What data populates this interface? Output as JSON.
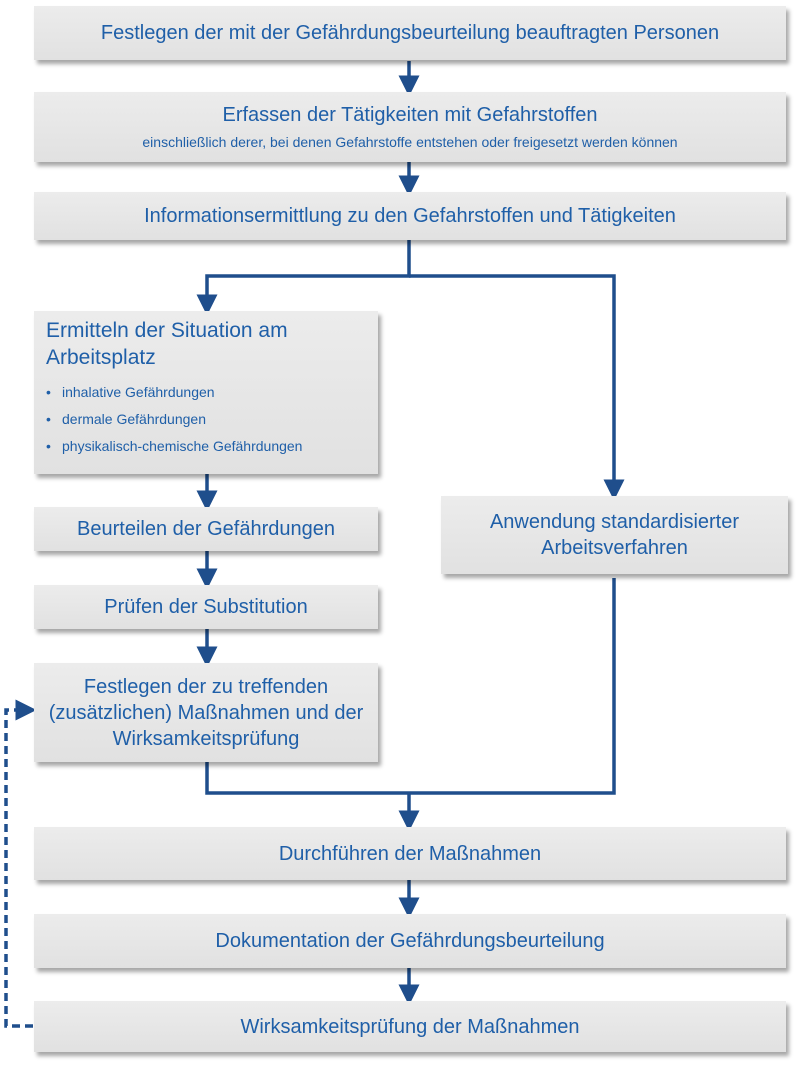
{
  "steps": {
    "s1": "Festlegen der mit der Gefährdungsbeurteilung beauftragten Personen",
    "s2": "Erfassen der Tätigkeiten mit Gefahrstoffen",
    "s2_sub": "einschließlich derer, bei denen Gefahrstoffe entstehen oder freigesetzt werden können",
    "s3": "Informationsermittlung zu den Gefahrstoffen und Tätigkeiten",
    "s4": "Ermitteln der Situation am Arbeitsplatz",
    "s4_bullets": [
      "inhalative Gefährdungen",
      "dermale Gefährdungen",
      "physikalisch-chemische Gefährdungen"
    ],
    "s5": "Beurteilen der Gefährdungen",
    "s6": "Prüfen der Substitution",
    "s7": "Festlegen der zu treffenden (zusätzlichen) Maßnahmen und der Wirksamkeitsprüfung",
    "s8": "Anwendung standardisierter Arbeitsverfahren",
    "s9": "Durchführen der Maßnahmen",
    "s10": "Dokumentation der Gefährdungsbeurteilung",
    "s11": "Wirksamkeitsprüfung der Maßnahmen"
  },
  "colors": {
    "text": "#1f5fa8",
    "arrow": "#1f4e8c",
    "box": "#e5e5e5"
  }
}
